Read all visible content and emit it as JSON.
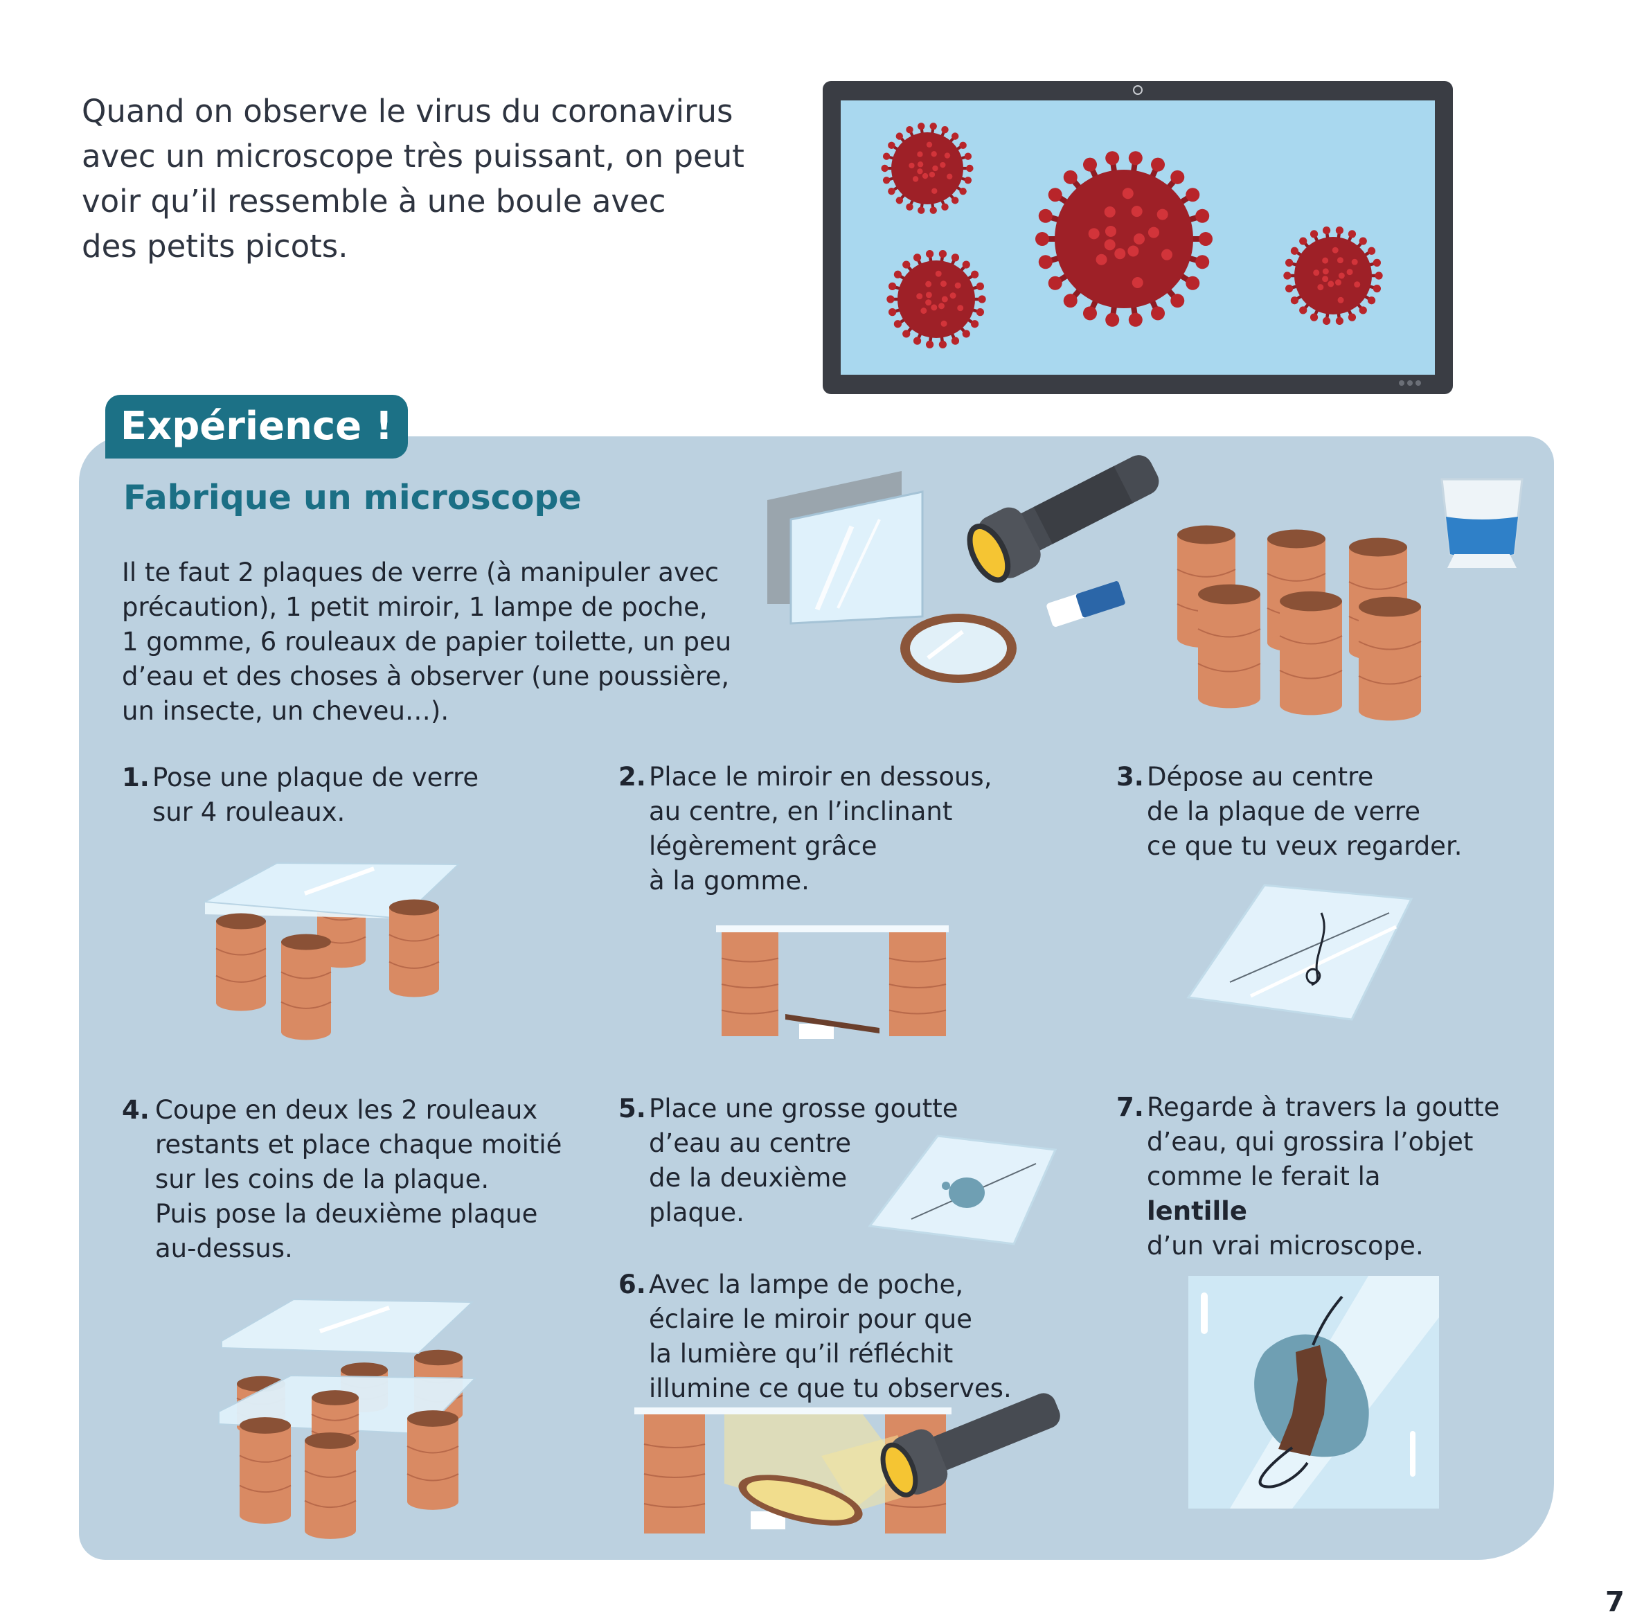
{
  "intro": {
    "lines": [
      "Quand on observe le virus du coronavirus",
      "avec un microscope très puissant, on peut",
      "voir qu’il ressemble à une boule avec",
      "des petits picots."
    ]
  },
  "experience": {
    "tag": "Expérience !",
    "title": "Fabrique un microscope",
    "supplies": [
      "Il te faut 2 plaques de verre (à manipuler avec",
      "précaution), 1 petit miroir, 1 lampe de poche,",
      "1 gomme, 6 rouleaux de papier toilette, un peu",
      "d’eau et des choses à observer (une poussière,",
      "un insecte, un cheveu…)."
    ]
  },
  "steps": [
    {
      "num": "1.",
      "lines": [
        "Pose une plaque de verre",
        "sur 4 rouleaux."
      ]
    },
    {
      "num": "2.",
      "lines": [
        "Place le miroir en dessous,",
        "au centre, en l’inclinant",
        "légèrement grâce",
        "à la gomme."
      ]
    },
    {
      "num": "3.",
      "lines": [
        "Dépose au centre",
        "de la plaque de verre",
        "ce que tu veux regarder."
      ]
    },
    {
      "num": "4.",
      "lines": [
        "Coupe en deux les 2 rouleaux",
        "restants et place chaque moitié",
        "sur les coins de la plaque.",
        "Puis pose la deuxième plaque",
        "au-dessus."
      ]
    },
    {
      "num": "5.",
      "lines": [
        "Place une grosse goutte",
        "d’eau au centre",
        "de la deuxième",
        "plaque."
      ]
    },
    {
      "num": "6.",
      "lines": [
        "Avec la lampe de poche,",
        "éclaire le miroir pour que",
        "la lumière qu’il réfléchit",
        "illumine ce que tu observes."
      ]
    },
    {
      "num": "7.",
      "lines_before": [
        "Regarde à travers la goutte",
        "d’eau, qui grossira l’objet"
      ],
      "line3_prefix": "comme le ferait la ",
      "line3_bold": "lentille",
      "line4": "d’un vrai microscope."
    }
  ],
  "page_number": "7",
  "colors": {
    "panel": "#bcd1e0",
    "tag": "#1c7186",
    "title": "#1b6f85",
    "roll": "#d98a63",
    "virus": "#b8252a",
    "screen_bg": "#a9d8ef"
  }
}
